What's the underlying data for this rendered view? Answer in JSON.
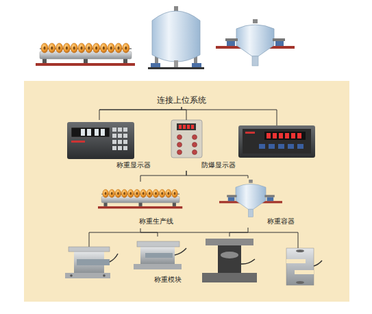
{
  "diagram": {
    "nodes": [
      {
        "text": [
          "连接上位系统"
        ]
      },
      {
        "text": [
          "称重显示器"
        ]
      },
      {
        "text": [
          "防爆显示器"
        ]
      },
      {
        "text": [
          "称重生产线"
        ]
      },
      {
        "text": [
          "称重容器"
        ]
      },
      {
        "text": [
          "称重模块"
        ]
      }
    ],
    "edges": [
      {
        "from": 0,
        "to": 1,
        "arrow": "none"
      },
      {
        "from": 0,
        "to": 2,
        "arrow": "none"
      },
      {
        "from": 2,
        "to": 3,
        "arrow": "none"
      },
      {
        "from": 2,
        "to": 4,
        "arrow": "none"
      },
      {
        "from": 3,
        "to": 5,
        "arrow": "none"
      },
      {
        "from": 4,
        "to": 5,
        "arrow": "none"
      }
    ]
  }
}
